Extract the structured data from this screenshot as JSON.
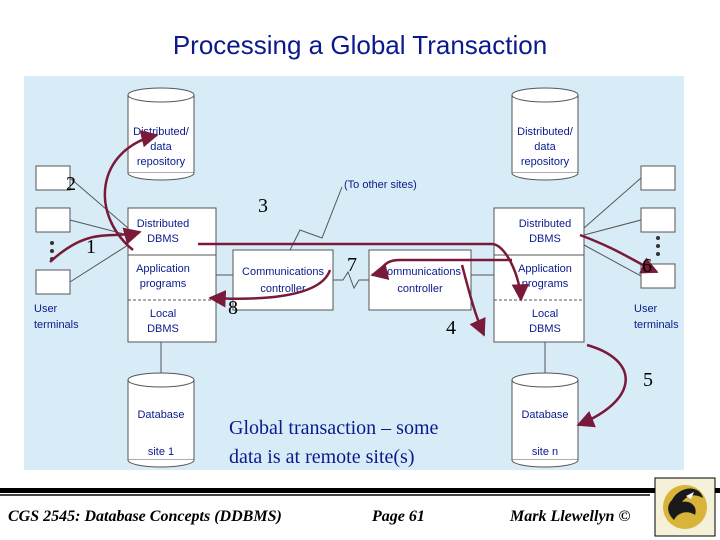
{
  "slide": {
    "title": "Processing a Global Transaction",
    "caption_line1": "Global transaction – some",
    "caption_line2": "data is at remote site(s)"
  },
  "diagram": {
    "left_site": {
      "repository": [
        "Distributed/",
        "data",
        "repository"
      ],
      "dbms": [
        "Distributed",
        "DBMS"
      ],
      "app": [
        "Application",
        "programs"
      ],
      "local": [
        "Local",
        "DBMS"
      ],
      "database": [
        "Database",
        "site 1"
      ],
      "terminals": [
        "User",
        "terminals"
      ]
    },
    "right_site": {
      "repository": [
        "Distributed/",
        "data",
        "repository"
      ],
      "dbms": [
        "Distributed",
        "DBMS"
      ],
      "app": [
        "Application",
        "programs"
      ],
      "local": [
        "Local",
        "DBMS"
      ],
      "database": [
        "Database",
        "site n"
      ],
      "terminals": [
        "User",
        "terminals"
      ]
    },
    "left_comm": [
      "Communications",
      "controller"
    ],
    "right_comm": [
      "Communications",
      "controller"
    ],
    "other_sites": "(To other sites)",
    "steps": [
      "1",
      "2",
      "3",
      "4",
      "5",
      "6",
      "7",
      "8"
    ]
  },
  "footer": {
    "course": "CGS 2545: Database Concepts  (DDBMS)",
    "page": "Page 61",
    "author": "Mark Llewellyn ©"
  },
  "colors": {
    "panel": "#d8ecf7",
    "arrow": "#7a1a3a",
    "title": "#0a1a8c"
  }
}
